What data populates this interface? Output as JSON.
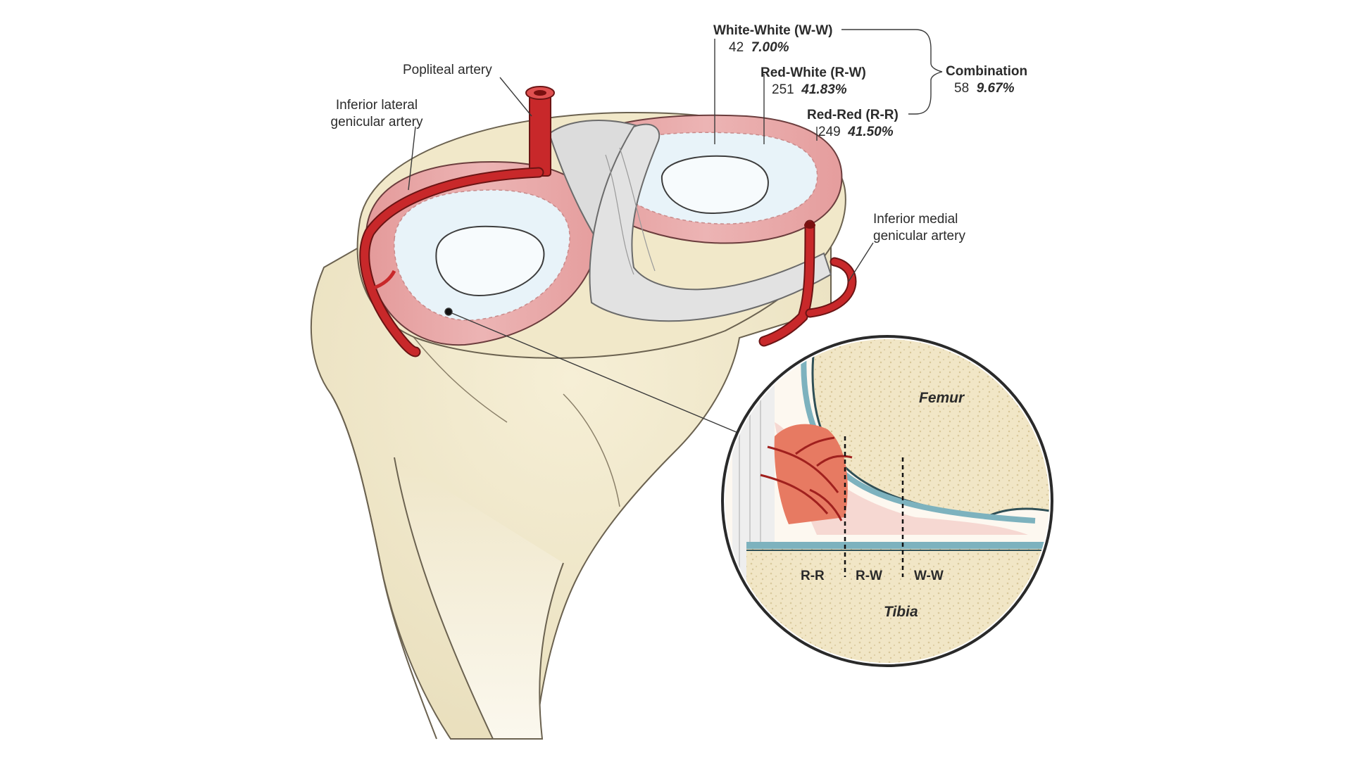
{
  "zones": [
    {
      "id": "ww",
      "name": "White-White (W-W)",
      "count": "42",
      "percent": "7.00%"
    },
    {
      "id": "rw",
      "name": "Red-White (R-W)",
      "count": "251",
      "percent": "41.83%"
    },
    {
      "id": "rr",
      "name": "Red-Red (R-R)",
      "count": "249",
      "percent": "41.50%"
    }
  ],
  "combination": {
    "name": "Combination",
    "count": "58",
    "percent": "9.67%"
  },
  "arteries": {
    "popliteal": "Popliteal artery",
    "inferior_lateral": [
      "Inferior lateral",
      "genicular artery"
    ],
    "inferior_medial": [
      "Inferior medial",
      "genicular artery"
    ]
  },
  "inset": {
    "femur": "Femur",
    "tibia": "Tibia",
    "zone_labels": [
      "R-R",
      "R-W",
      "W-W"
    ]
  },
  "colors": {
    "artery": "#c8282a",
    "meniscus_red": "#e8a0a0",
    "meniscus_white": "#e6f2f8",
    "bone": "#f3ecd2",
    "ligament": "#d9d9d9"
  }
}
